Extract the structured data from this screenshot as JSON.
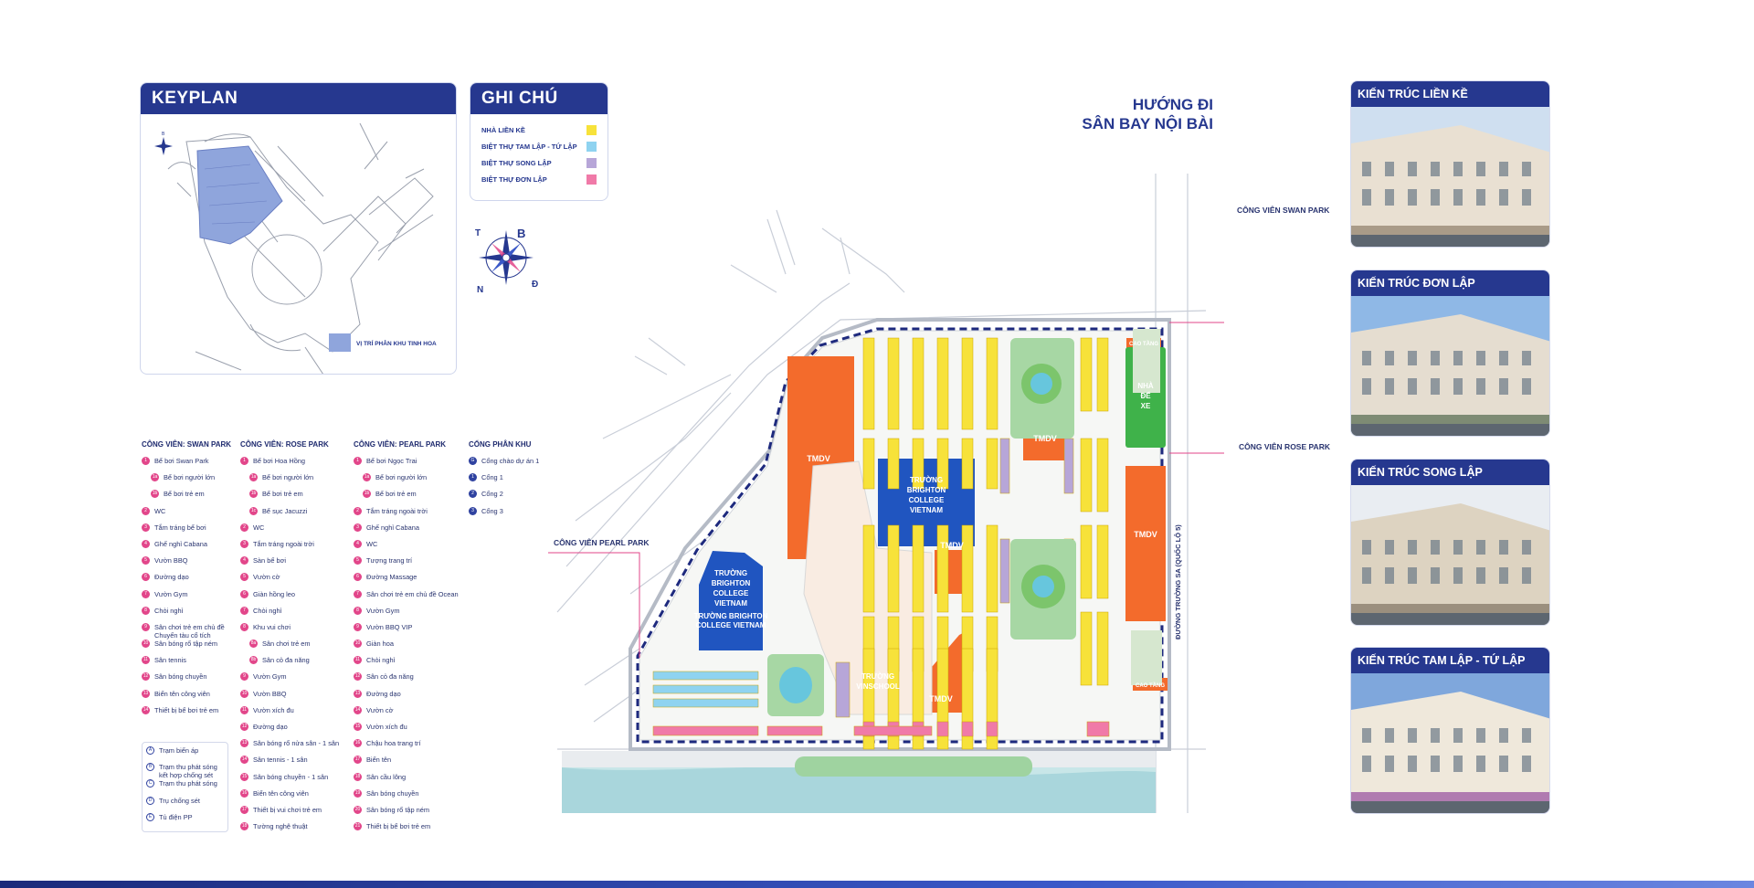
{
  "keyplan": {
    "title": "KEYPLAN",
    "location_label": "VỊ TRÍ PHÂN KHU TINH HOA"
  },
  "legend": {
    "title": "GHI CHÚ",
    "items": [
      {
        "label": "NHÀ LIỀN KỀ",
        "color": "#f7e23a"
      },
      {
        "label": "BIỆT THỰ TAM LẬP - TỨ LẬP",
        "color": "#8fd3f0"
      },
      {
        "label": "BIỆT THỰ SONG LẬP",
        "color": "#b7a6d8"
      },
      {
        "label": "BIỆT THỰ ĐƠN LẬP",
        "color": "#f07aa8"
      }
    ]
  },
  "compass": {
    "top": "B",
    "right": "Đ",
    "bottom": "N",
    "left": "T"
  },
  "airport": {
    "line1": "HƯỚNG ĐI",
    "line2": "SÂN BAY NỘI BÀI"
  },
  "map_labels": {
    "swan": "CÔNG VIÊN SWAN PARK",
    "rose": "CÔNG VIÊN ROSE PARK",
    "pearl": "CÔNG VIÊN PEARL PARK",
    "road": "ĐƯỜNG TRƯỜNG SA (QUỐC LỘ 5)",
    "tmdv": "TMDV",
    "nha_de_xe": "NHÀ\nĐỂ\nXE",
    "brighton1": "TRƯỜNG\nBRIGHTON\nCOLLEGE\nVIETNAM",
    "brighton2": "TRƯỜNG\nBRIGHTON\nCOLLEGE\nVIETNAM",
    "brighton3": "TRƯỜNG BRIGHTON\nCOLLEGE VIETNAM",
    "vinschool": "TRƯỜNG\nVINSCHOOL",
    "cao_tang": "CAO TẦNG"
  },
  "swan_park": {
    "title": "CÔNG VIÊN: SWAN PARK",
    "items": [
      {
        "n": "1",
        "t": "Bể bơi Swan Park"
      },
      {
        "n": "1a",
        "t": "Bể bơi người lớn",
        "sub": true
      },
      {
        "n": "1b",
        "t": "Bể bơi trẻ em",
        "sub": true
      },
      {
        "n": "2",
        "t": "WC"
      },
      {
        "n": "3",
        "t": "Tắm tráng bể bơi"
      },
      {
        "n": "4",
        "t": "Ghế nghỉ Cabana"
      },
      {
        "n": "5",
        "t": "Vườn BBQ"
      },
      {
        "n": "6",
        "t": "Đường dạo"
      },
      {
        "n": "7",
        "t": "Vườn Gym"
      },
      {
        "n": "8",
        "t": "Chòi nghỉ"
      },
      {
        "n": "9",
        "t": "Sân chơi trẻ em chủ đề\nChuyến tàu cổ tích"
      },
      {
        "n": "10",
        "t": "Sân bóng rổ tập ném"
      },
      {
        "n": "11",
        "t": "Sân tennis"
      },
      {
        "n": "12",
        "t": "Sân bóng chuyền"
      },
      {
        "n": "13",
        "t": "Biển tên công viên"
      },
      {
        "n": "14",
        "t": "Thiết bị bể bơi trẻ em"
      }
    ]
  },
  "infra": {
    "items": [
      {
        "n": "A",
        "t": "Trạm biến áp"
      },
      {
        "n": "B",
        "t": "Trạm thu phát sóng\nkết hợp chống sét"
      },
      {
        "n": "C",
        "t": "Trạm thu phát sóng"
      },
      {
        "n": "D",
        "t": "Trụ chống sét"
      },
      {
        "n": "E",
        "t": "Tủ điện PP"
      }
    ]
  },
  "rose_park": {
    "title": "CÔNG VIÊN: ROSE PARK",
    "items": [
      {
        "n": "1",
        "t": "Bể bơi Hoa Hồng"
      },
      {
        "n": "1a",
        "t": "Bể bơi người lớn",
        "sub": true
      },
      {
        "n": "1b",
        "t": "Bể bơi trẻ em",
        "sub": true
      },
      {
        "n": "1c",
        "t": "Bể sục Jacuzzi",
        "sub": true
      },
      {
        "n": "2",
        "t": "WC"
      },
      {
        "n": "3",
        "t": "Tắm tráng ngoài trời"
      },
      {
        "n": "4",
        "t": "Sàn bể bơi"
      },
      {
        "n": "5",
        "t": "Vườn cờ"
      },
      {
        "n": "6",
        "t": "Giàn hồng leo"
      },
      {
        "n": "7",
        "t": "Chòi nghỉ"
      },
      {
        "n": "8",
        "t": "Khu vui chơi"
      },
      {
        "n": "8a",
        "t": "Sân chơi trẻ em",
        "sub": true
      },
      {
        "n": "8b",
        "t": "Sân cỏ đa năng",
        "sub": true
      },
      {
        "n": "9",
        "t": "Vườn Gym"
      },
      {
        "n": "10",
        "t": "Vườn BBQ"
      },
      {
        "n": "11",
        "t": "Vườn xích đu"
      },
      {
        "n": "12",
        "t": "Đường dạo"
      },
      {
        "n": "13",
        "t": "Sân bóng rổ nửa sân - 1 sân"
      },
      {
        "n": "14",
        "t": "Sân tennis - 1 sân"
      },
      {
        "n": "15",
        "t": "Sân bóng chuyền - 1 sân"
      },
      {
        "n": "16",
        "t": "Biển tên công viên"
      },
      {
        "n": "17",
        "t": "Thiết bị vui chơi trẻ em"
      },
      {
        "n": "18",
        "t": "Tường nghệ thuật"
      }
    ]
  },
  "pearl_park": {
    "title": "CÔNG VIÊN: PEARL PARK",
    "items": [
      {
        "n": "1",
        "t": "Bể bơi Ngọc Trai"
      },
      {
        "n": "1a",
        "t": "Bể bơi người lớn",
        "sub": true
      },
      {
        "n": "1b",
        "t": "Bể bơi trẻ em",
        "sub": true
      },
      {
        "n": "2",
        "t": "Tắm tráng ngoài trời"
      },
      {
        "n": "3",
        "t": "Ghế nghỉ Cabana"
      },
      {
        "n": "4",
        "t": "WC"
      },
      {
        "n": "5",
        "t": "Tượng trang trí"
      },
      {
        "n": "6",
        "t": "Đường Massage"
      },
      {
        "n": "7",
        "t": "Sân chơi trẻ em chủ đề Ocean"
      },
      {
        "n": "8",
        "t": "Vườn Gym"
      },
      {
        "n": "9",
        "t": "Vườn BBQ VIP"
      },
      {
        "n": "10",
        "t": "Giàn hoa"
      },
      {
        "n": "11",
        "t": "Chòi nghỉ"
      },
      {
        "n": "12",
        "t": "Sân cỏ đa năng"
      },
      {
        "n": "13",
        "t": "Đường dạo"
      },
      {
        "n": "14",
        "t": "Vườn cờ"
      },
      {
        "n": "15",
        "t": "Vườn xích đu"
      },
      {
        "n": "16",
        "t": "Chậu hoa trang trí"
      },
      {
        "n": "17",
        "t": "Biển tên"
      },
      {
        "n": "18",
        "t": "Sân cầu lông"
      },
      {
        "n": "19",
        "t": "Sân bóng chuyền"
      },
      {
        "n": "20",
        "t": "Sân bóng rổ tập ném"
      },
      {
        "n": "21",
        "t": "Thiết bị bể bơi trẻ em"
      }
    ]
  },
  "gates": {
    "title": "CỔNG PHÂN KHU",
    "items": [
      {
        "n": "G",
        "t": "Cổng chào dự án 1"
      },
      {
        "n": "1",
        "t": "Cổng 1"
      },
      {
        "n": "2",
        "t": "Cổng 2"
      },
      {
        "n": "3",
        "t": "Cổng 3"
      }
    ]
  },
  "architecture": [
    {
      "title": "KIẾN TRÚC LIỀN KỀ"
    },
    {
      "title": "KIẾN TRÚC ĐƠN LẬP"
    },
    {
      "title": "KIẾN TRÚC SONG LẬP"
    },
    {
      "title": "KIẾN TRÚC TAM LẬP - TỨ LẬP"
    }
  ]
}
